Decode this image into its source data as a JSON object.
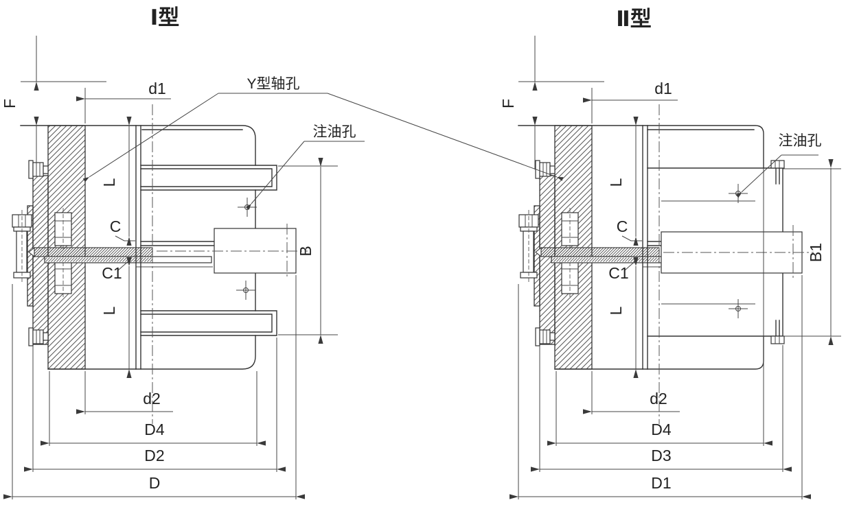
{
  "colors": {
    "background": "#ffffff",
    "outline": "#333333",
    "dimension_line": "#444444",
    "text": "#222222"
  },
  "titles": {
    "type1": "Ⅰ型",
    "type2": "Ⅱ型"
  },
  "annotations": {
    "shaft_hole": "Y型轴孔",
    "oil_hole": "注油孔"
  },
  "left_diagram": {
    "labels": {
      "F": "F",
      "d1": "d1",
      "L_upper": "L",
      "C": "C",
      "C1": "C1",
      "L_lower": "L",
      "B": "B",
      "d2": "d2",
      "D4": "D4",
      "D2": "D2",
      "D": "D"
    }
  },
  "right_diagram": {
    "labels": {
      "F": "F",
      "d1": "d1",
      "L_upper": "L",
      "C": "C",
      "C1": "C1",
      "L_lower": "L",
      "B1": "B1",
      "d2": "d2",
      "D4": "D4",
      "D3": "D3",
      "D1": "D1"
    }
  }
}
